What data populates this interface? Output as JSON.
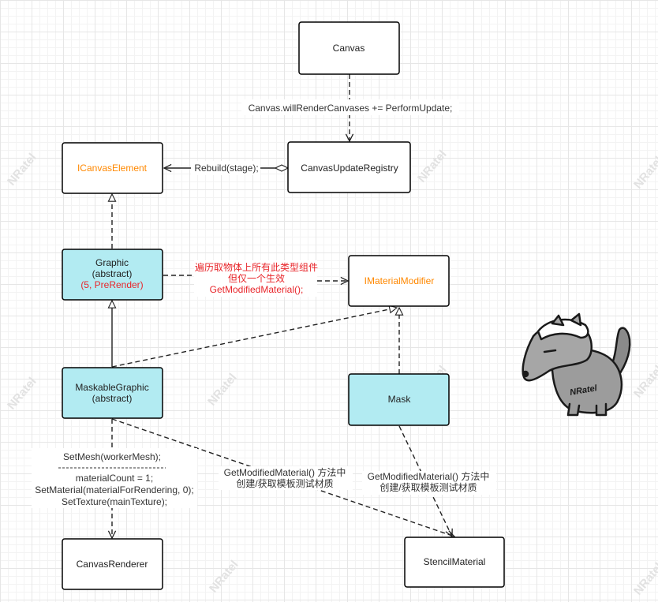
{
  "colors": {
    "box_stroke": "#000000",
    "box_fill": "#ffffff",
    "highlight_fill": "#b2ebf2",
    "interface_text": "#ff8800",
    "annotation_text": "#e8252a",
    "edge": "#222222"
  },
  "watermark": "NRatel",
  "mascot_label": "NRatel",
  "nodes": {
    "canvas": {
      "lines": [
        "Canvas"
      ]
    },
    "canvas_update_registry": {
      "lines": [
        "CanvasUpdateRegistry"
      ]
    },
    "icanvas_element": {
      "lines": [
        "ICanvasElement"
      ]
    },
    "graphic": {
      "lines": [
        "Graphic",
        "(abstract)"
      ],
      "extra": "(5, PreRender)"
    },
    "imaterial_modifier": {
      "lines": [
        "IMaterialModifier"
      ]
    },
    "maskable_graphic": {
      "lines": [
        "MaskableGraphic",
        "(abstract)"
      ]
    },
    "mask": {
      "lines": [
        "Mask"
      ]
    },
    "canvas_renderer": {
      "lines": [
        "CanvasRenderer"
      ]
    },
    "stencil_material": {
      "lines": [
        "StencilMaterial"
      ]
    }
  },
  "edges": {
    "will_render": {
      "label": "Canvas.willRenderCanvases += PerformUpdate;"
    },
    "rebuild": {
      "label": "Rebuild(stage);"
    },
    "graphic_modifier": {
      "lines": [
        "遍历取物体上所有此类型组件",
        "但仅一个生效",
        "GetModifiedMaterial();"
      ]
    },
    "maskable_renderer": {
      "top": "SetMesh(workerMesh);",
      "bottom": [
        "materialCount = 1;",
        "SetMaterial(materialForRendering, 0);",
        "SetTexture(mainTexture);"
      ]
    },
    "maskable_stencil": {
      "lines": [
        "GetModifiedMaterial() 方法中",
        "创建/获取模板测试材质"
      ]
    },
    "mask_stencil": {
      "lines": [
        "GetModifiedMaterial() 方法中",
        "创建/获取模板测试材质"
      ]
    }
  }
}
